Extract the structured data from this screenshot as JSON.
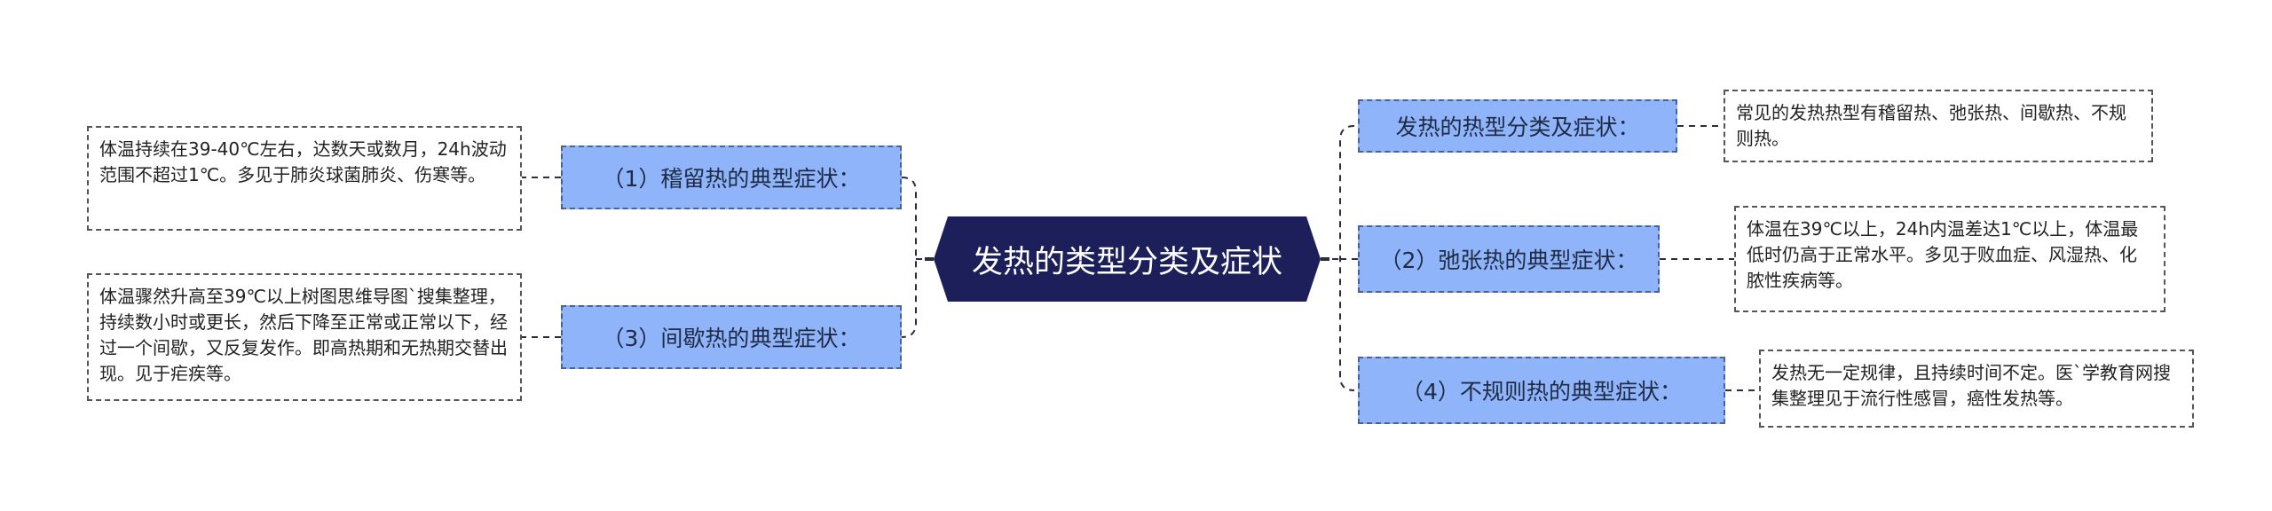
{
  "root": {
    "label": "发热的类型分类及症状"
  },
  "colors": {
    "root_fill": "#1d1f5a",
    "branch_fill": "#8fb4f9",
    "branch_border": "#4d6290",
    "connector": "#2b2b44"
  },
  "right_branches": [
    {
      "label": "发热的热型分类及症状：",
      "detail": "常见的发热热型有稽留热、弛张热、间歇热、不规则热。"
    },
    {
      "label": "（2）弛张热的典型症状：",
      "detail": "体温在39℃以上，24h内温差达1℃以上，体温最低时仍高于正常水平。多见于败血症、风湿热、化脓性疾病等。"
    },
    {
      "label": "（4）不规则热的典型症状：",
      "detail": "发热无一定规律，且持续时间不定。医`学教育网搜集整理见于流行性感冒，癌性发热等。"
    }
  ],
  "left_branches": [
    {
      "label": "（1）稽留热的典型症状：",
      "detail": "体温持续在39-40℃左右，达数天或数月，24h波动范围不超过1℃。多见于肺炎球菌肺炎、伤寒等。"
    },
    {
      "label": "（3）间歇热的典型症状：",
      "detail": "体温骤然升高至39℃以上树图思维导图`搜集整理，持续数小时或更长，然后下降至正常或正常以下，经过一个间歇，又反复发作。即高热期和无热期交替出现。见于疟疾等。"
    }
  ]
}
